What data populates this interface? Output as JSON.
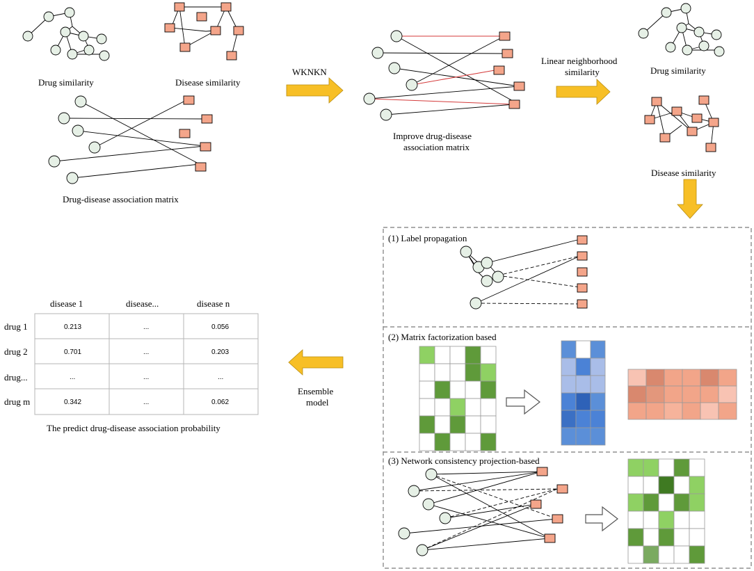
{
  "labels": {
    "drug_similarity_1": "Drug similarity",
    "disease_similarity_1": "Disease similarity",
    "assoc_matrix": "Drug-disease association matrix",
    "wknkn": "WKNKN",
    "improve_line1": "Improve drug-disease",
    "improve_line2": "association matrix",
    "lns_line1": "Linear neighborhood",
    "lns_line2": "similarity",
    "drug_similarity_2": "Drug similarity",
    "disease_similarity_2": "Disease similarity",
    "panel1": "(1) Label propagation",
    "panel2": "(2) Matrix factorization based",
    "panel3": "(3) Network consistency projection-based",
    "ensemble_line1": "Ensemble",
    "ensemble_line2": "model",
    "prob_caption": "The predict drug-disease association probability"
  },
  "table": {
    "columns": [
      "disease 1",
      "disease...",
      "disease n"
    ],
    "rows": [
      {
        "name": "drug 1",
        "cells": [
          "0.213",
          "...",
          "0.056"
        ]
      },
      {
        "name": "drug 2",
        "cells": [
          "0.701",
          "...",
          "0.203"
        ]
      },
      {
        "name": "drug...",
        "cells": [
          "...",
          "...",
          "..."
        ]
      },
      {
        "name": "drug m",
        "cells": [
          "0.342",
          "...",
          "0.062"
        ]
      }
    ]
  },
  "colors": {
    "drug_node": "#e6f0e6",
    "disease_node": "#f4a58a",
    "arrow": "#f7bf26",
    "new_edge": "#d43a3a"
  }
}
